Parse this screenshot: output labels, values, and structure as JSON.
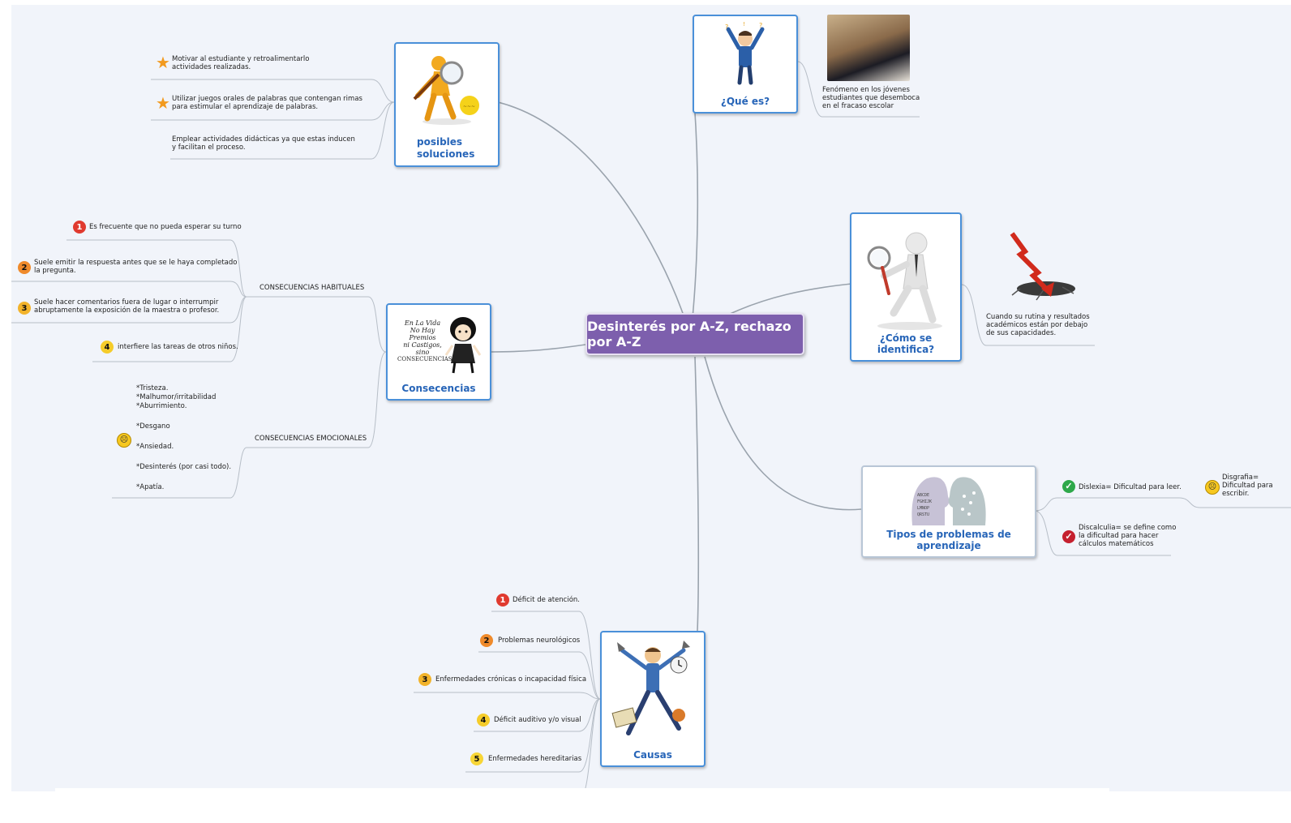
{
  "central": {
    "title": "Desinterés por A-Z, rechazo por A-Z"
  },
  "nodes": {
    "que_es": {
      "title": "¿Qué es?",
      "detail": "Fenómeno en los jóvenes estudiantes que desemboca en el fracaso escolar"
    },
    "como_identifica": {
      "title": "¿Cómo se identifica?",
      "detail": "Cuando su rutina y resultados académicos están por debajo de sus capacidades."
    },
    "tipos": {
      "title": "Tipos de problemas de aprendizaje",
      "items": [
        {
          "text": "Dislexia= Dificultad para leer.",
          "icon": "check-green-icon"
        },
        {
          "text": "Discalculia= se define como la dificultad para hacer cálculos matemáticos",
          "icon": "check-red-icon"
        }
      ],
      "sub": {
        "text": "Disgrafia= Dificultad para escribir.",
        "icon": "sad-face-icon"
      }
    },
    "causas": {
      "title": "Causas",
      "items": [
        {
          "num": "1",
          "text": "Déficit de atención."
        },
        {
          "num": "2",
          "text": "Problemas neurológicos"
        },
        {
          "num": "3",
          "text": "Enfermedades crónicas o incapacidad física"
        },
        {
          "num": "4",
          "text": "Déficit auditivo y/o visual"
        },
        {
          "num": "5",
          "text": "Enfermedades hereditarias"
        }
      ]
    },
    "consecuencias": {
      "title": "Consecencias",
      "image_text": [
        "En La Vida",
        "No Hay Premios",
        "ni Castigos,",
        "sino",
        "CONSECUENCIAS"
      ],
      "habituales": {
        "label": "CONSECUENCIAS HABITUALES",
        "items": [
          {
            "num": "1",
            "text": "Es frecuente que no pueda esperar su turno"
          },
          {
            "num": "2",
            "text": "Suele emitir la respuesta antes que se le haya completado la pregunta."
          },
          {
            "num": "3",
            "text": "Suele hacer comentarios fuera de lugar o interrumpir abruptamente la exposición de la maestra o profesor."
          },
          {
            "num": "4",
            "text": "interfiere las tareas de otros niños."
          }
        ]
      },
      "emocionales": {
        "label": "CONSECUENCIAS EMOCIONALES",
        "items": [
          "*Tristeza.",
          "*Malhumor/irritabilidad",
          "*Aburrimiento.",
          "*Desgano",
          "*Ansiedad.",
          "*Desinterés (por casi todo).",
          "*Apatía."
        ]
      }
    },
    "soluciones": {
      "title": "posibles soluciones",
      "items": [
        {
          "text": "Motivar al estudiante y retroalimentarlo actividades realizadas.",
          "icon": "star-icon"
        },
        {
          "text": "Utilizar juegos orales de palabras que contengan rimas para estimular el aprendizaje de palabras.",
          "icon": "star-icon"
        },
        {
          "text": "Emplear actividades didácticas ya que estas inducen y facilitan el proceso.",
          "icon": ""
        }
      ]
    }
  },
  "colors": {
    "central": "#7d5fad",
    "node_border": "#4a90d9",
    "node_title": "#2765b8",
    "link": "#9aa3ad",
    "background": "#f1f4fa"
  }
}
